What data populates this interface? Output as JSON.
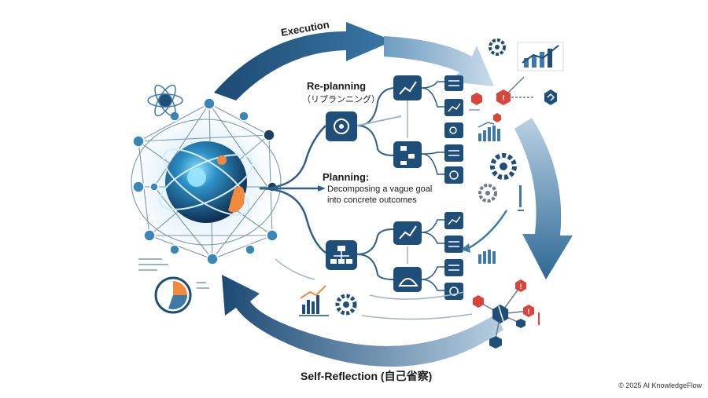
{
  "labels": {
    "execution": "Execution",
    "replanning_title": "Re-planning",
    "replanning_sub": "（リプランニング）",
    "planning_title": "Planning:",
    "planning_line1": "Decomposing a vague goal",
    "planning_line2": "into concrete outcomes",
    "self_reflection": "Self-Reflection (自己省察)",
    "copyright": "© 2025 AI KnowledgeFlow"
  },
  "colors": {
    "dark_blue": "#1f4e79",
    "mid_blue": "#3d7aa8",
    "light_blue": "#a9c6dd",
    "accent_orange": "#f08a3c",
    "alert_red": "#d9453a",
    "text_dark": "#1a1a1a"
  }
}
